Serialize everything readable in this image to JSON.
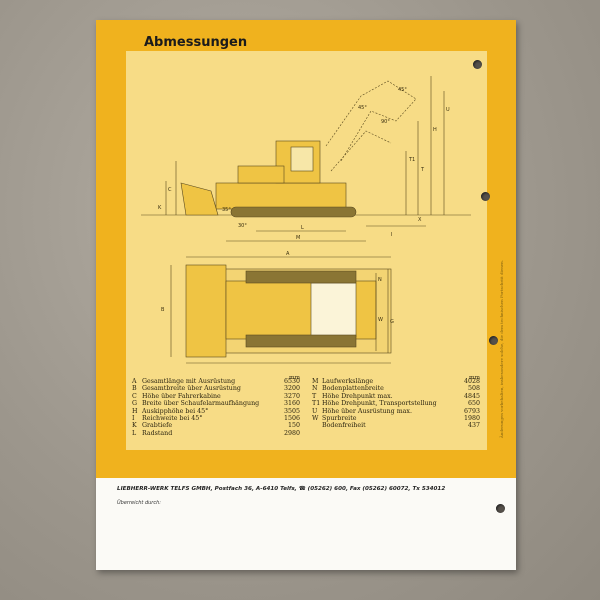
{
  "page": {
    "title": "Abmessungen",
    "side_note": "Änderungen vorbehalten, insbesondere solche, die dem technischen Fortschritt dienen."
  },
  "drawing": {
    "side_labels": [
      "C",
      "B",
      "K",
      "T1",
      "T",
      "N",
      "U",
      "W",
      "H",
      "G",
      "X",
      "I"
    ],
    "bottom_labels": [
      "L",
      "M",
      "A"
    ],
    "angle_labels": [
      "45°",
      "35°",
      "30°",
      "45°",
      "90°"
    ]
  },
  "specs": {
    "unit": "mm",
    "left": [
      {
        "key": "A",
        "label": "Gesamtlänge mit Ausrüstung",
        "value": "6530"
      },
      {
        "key": "B",
        "label": "Gesamtbreite über Ausrüstung",
        "value": "3200"
      },
      {
        "key": "C",
        "label": "Höhe über Fahrerkabine",
        "value": "3270"
      },
      {
        "key": "G",
        "label": "Breite über Schaufelarmaufhängung",
        "value": "3160"
      },
      {
        "key": "H",
        "label": "Auskipphöhe bei 45°",
        "value": "3505"
      },
      {
        "key": "I",
        "label": "Reichweite bei 45°",
        "value": "1506"
      },
      {
        "key": "K",
        "label": "Grabtiefe",
        "value": "150"
      },
      {
        "key": "L",
        "label": "Radstand",
        "value": "2980"
      }
    ],
    "right": [
      {
        "key": "M",
        "label": "Laufwerkslänge",
        "value": "4028"
      },
      {
        "key": "N",
        "label": "Bodenplattenbreite",
        "value": "508"
      },
      {
        "key": "T",
        "label": "Höhe Drehpunkt max.",
        "value": "4845"
      },
      {
        "key": "T1",
        "label": "Höhe Drehpunkt, Transportstellung",
        "value": "650"
      },
      {
        "key": "U",
        "label": "Höhe über Ausrüstung max.",
        "value": "6793"
      },
      {
        "key": "W",
        "label": "Spurbreite",
        "value": "1980"
      },
      {
        "key": "",
        "label": "Bodenfreiheit",
        "value": "437"
      }
    ]
  },
  "footer": {
    "company": "LIEBHERR-WERK TELFS GMBH, Postfach 36, A-6410 Telfs, ☎ (05262) 600, Fax (05262) 60072, Tx 534012",
    "handed_over": "Überreicht durch:"
  }
}
